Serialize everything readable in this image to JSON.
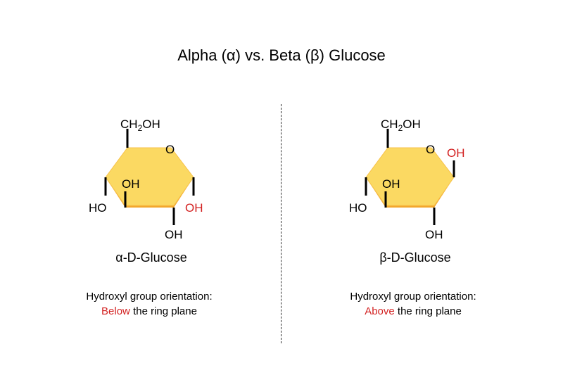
{
  "title": "Alpha (α) vs. Beta (β) Glucose",
  "colors": {
    "ring_fill": "#fbd962",
    "ring_edge": "#f3a72c",
    "highlight": "#d32323",
    "bond": "#000000"
  },
  "alpha": {
    "name": "α-D-Glucose",
    "labels": {
      "ch2oh_prefix": "CH",
      "ch2oh_sub": "2",
      "ch2oh_suffix": "OH",
      "ring_oxygen": "O",
      "c3_oh": "OH",
      "c4_ho": "HO",
      "c1_oh": "OH",
      "c2_oh": "OH"
    },
    "orientation_label": "Hydroxyl group orientation:",
    "orientation_highlight": "Below",
    "orientation_rest": "the ring plane"
  },
  "beta": {
    "name": "β-D-Glucose",
    "labels": {
      "ch2oh_prefix": "CH",
      "ch2oh_sub": "2",
      "ch2oh_suffix": "OH",
      "ring_oxygen": "O",
      "c1_oh": "OH",
      "c3_oh": "OH",
      "c4_ho": "HO",
      "c2_oh": "OH"
    },
    "orientation_label": "Hydroxyl group orientation:",
    "orientation_highlight": "Above",
    "orientation_rest": "the ring plane"
  }
}
